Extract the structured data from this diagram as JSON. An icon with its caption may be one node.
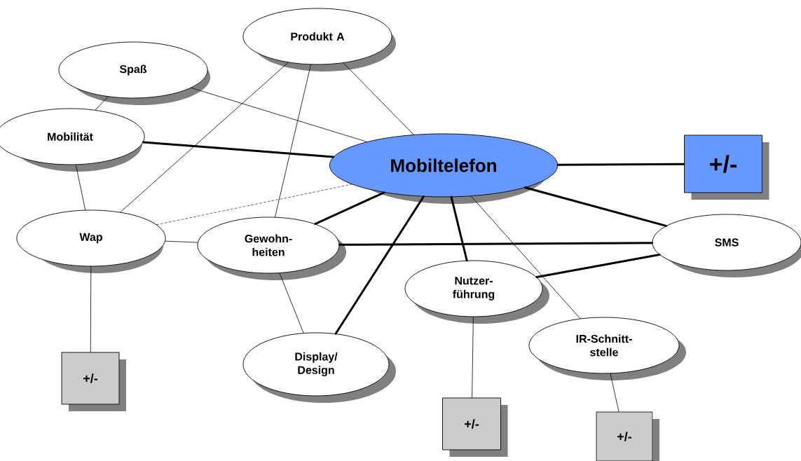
{
  "diagram": {
    "nodes": [
      {
        "text": [
          "Produkt A"
        ]
      },
      {
        "text": [
          "Spaß"
        ]
      },
      {
        "text": [
          "Mobilität"
        ]
      },
      {
        "text": [
          "Mobiltelefon"
        ]
      },
      {
        "text": [
          "+/-"
        ]
      },
      {
        "text": [
          "Wap"
        ]
      },
      {
        "text": [
          "Gewohn- heiten"
        ]
      },
      {
        "text": [
          "SMS"
        ]
      },
      {
        "text": [
          "Nutzer- führung"
        ]
      },
      {
        "text": [
          "Display/ Design"
        ]
      },
      {
        "text": [
          "IR-Schnitt- stelle"
        ]
      },
      {
        "text": [
          "+/-"
        ]
      },
      {
        "text": [
          "+/-"
        ]
      },
      {
        "text": [
          "+/-"
        ]
      }
    ],
    "edges": [
      {
        "from": 1,
        "to": 3,
        "arrow": "none"
      },
      {
        "from": 1,
        "to": 2,
        "arrow": "none"
      },
      {
        "from": 0,
        "to": 3,
        "arrow": "none"
      },
      {
        "from": 0,
        "to": 5,
        "arrow": "none"
      },
      {
        "from": 0,
        "to": 6,
        "arrow": "none"
      },
      {
        "from": 2,
        "to": 3,
        "arrow": "none",
        "style": "thick"
      },
      {
        "from": 2,
        "to": 5,
        "arrow": "none"
      },
      {
        "from": 5,
        "to": 3,
        "arrow": "none",
        "style": "dashed"
      },
      {
        "from": 5,
        "to": 6,
        "arrow": "none"
      },
      {
        "from": 5,
        "to": 11,
        "arrow": "none"
      },
      {
        "from": 6,
        "to": 3,
        "arrow": "none",
        "style": "thick"
      },
      {
        "from": 6,
        "to": 7,
        "arrow": "none",
        "style": "thick"
      },
      {
        "from": 6,
        "to": 9,
        "arrow": "none"
      },
      {
        "from": 3,
        "to": 4,
        "arrow": "none",
        "style": "thick"
      },
      {
        "from": 3,
        "to": 9,
        "arrow": "none",
        "style": "thick"
      },
      {
        "from": 3,
        "to": 8,
        "arrow": "none",
        "style": "thick"
      },
      {
        "from": 3,
        "to": 10,
        "arrow": "none"
      },
      {
        "from": 3,
        "to": 7,
        "arrow": "none",
        "style": "thick"
      },
      {
        "from": 8,
        "to": 7,
        "arrow": "none",
        "style": "thick"
      },
      {
        "from": 8,
        "to": 12,
        "arrow": "none"
      },
      {
        "from": 10,
        "to": 13,
        "arrow": "none"
      }
    ]
  }
}
